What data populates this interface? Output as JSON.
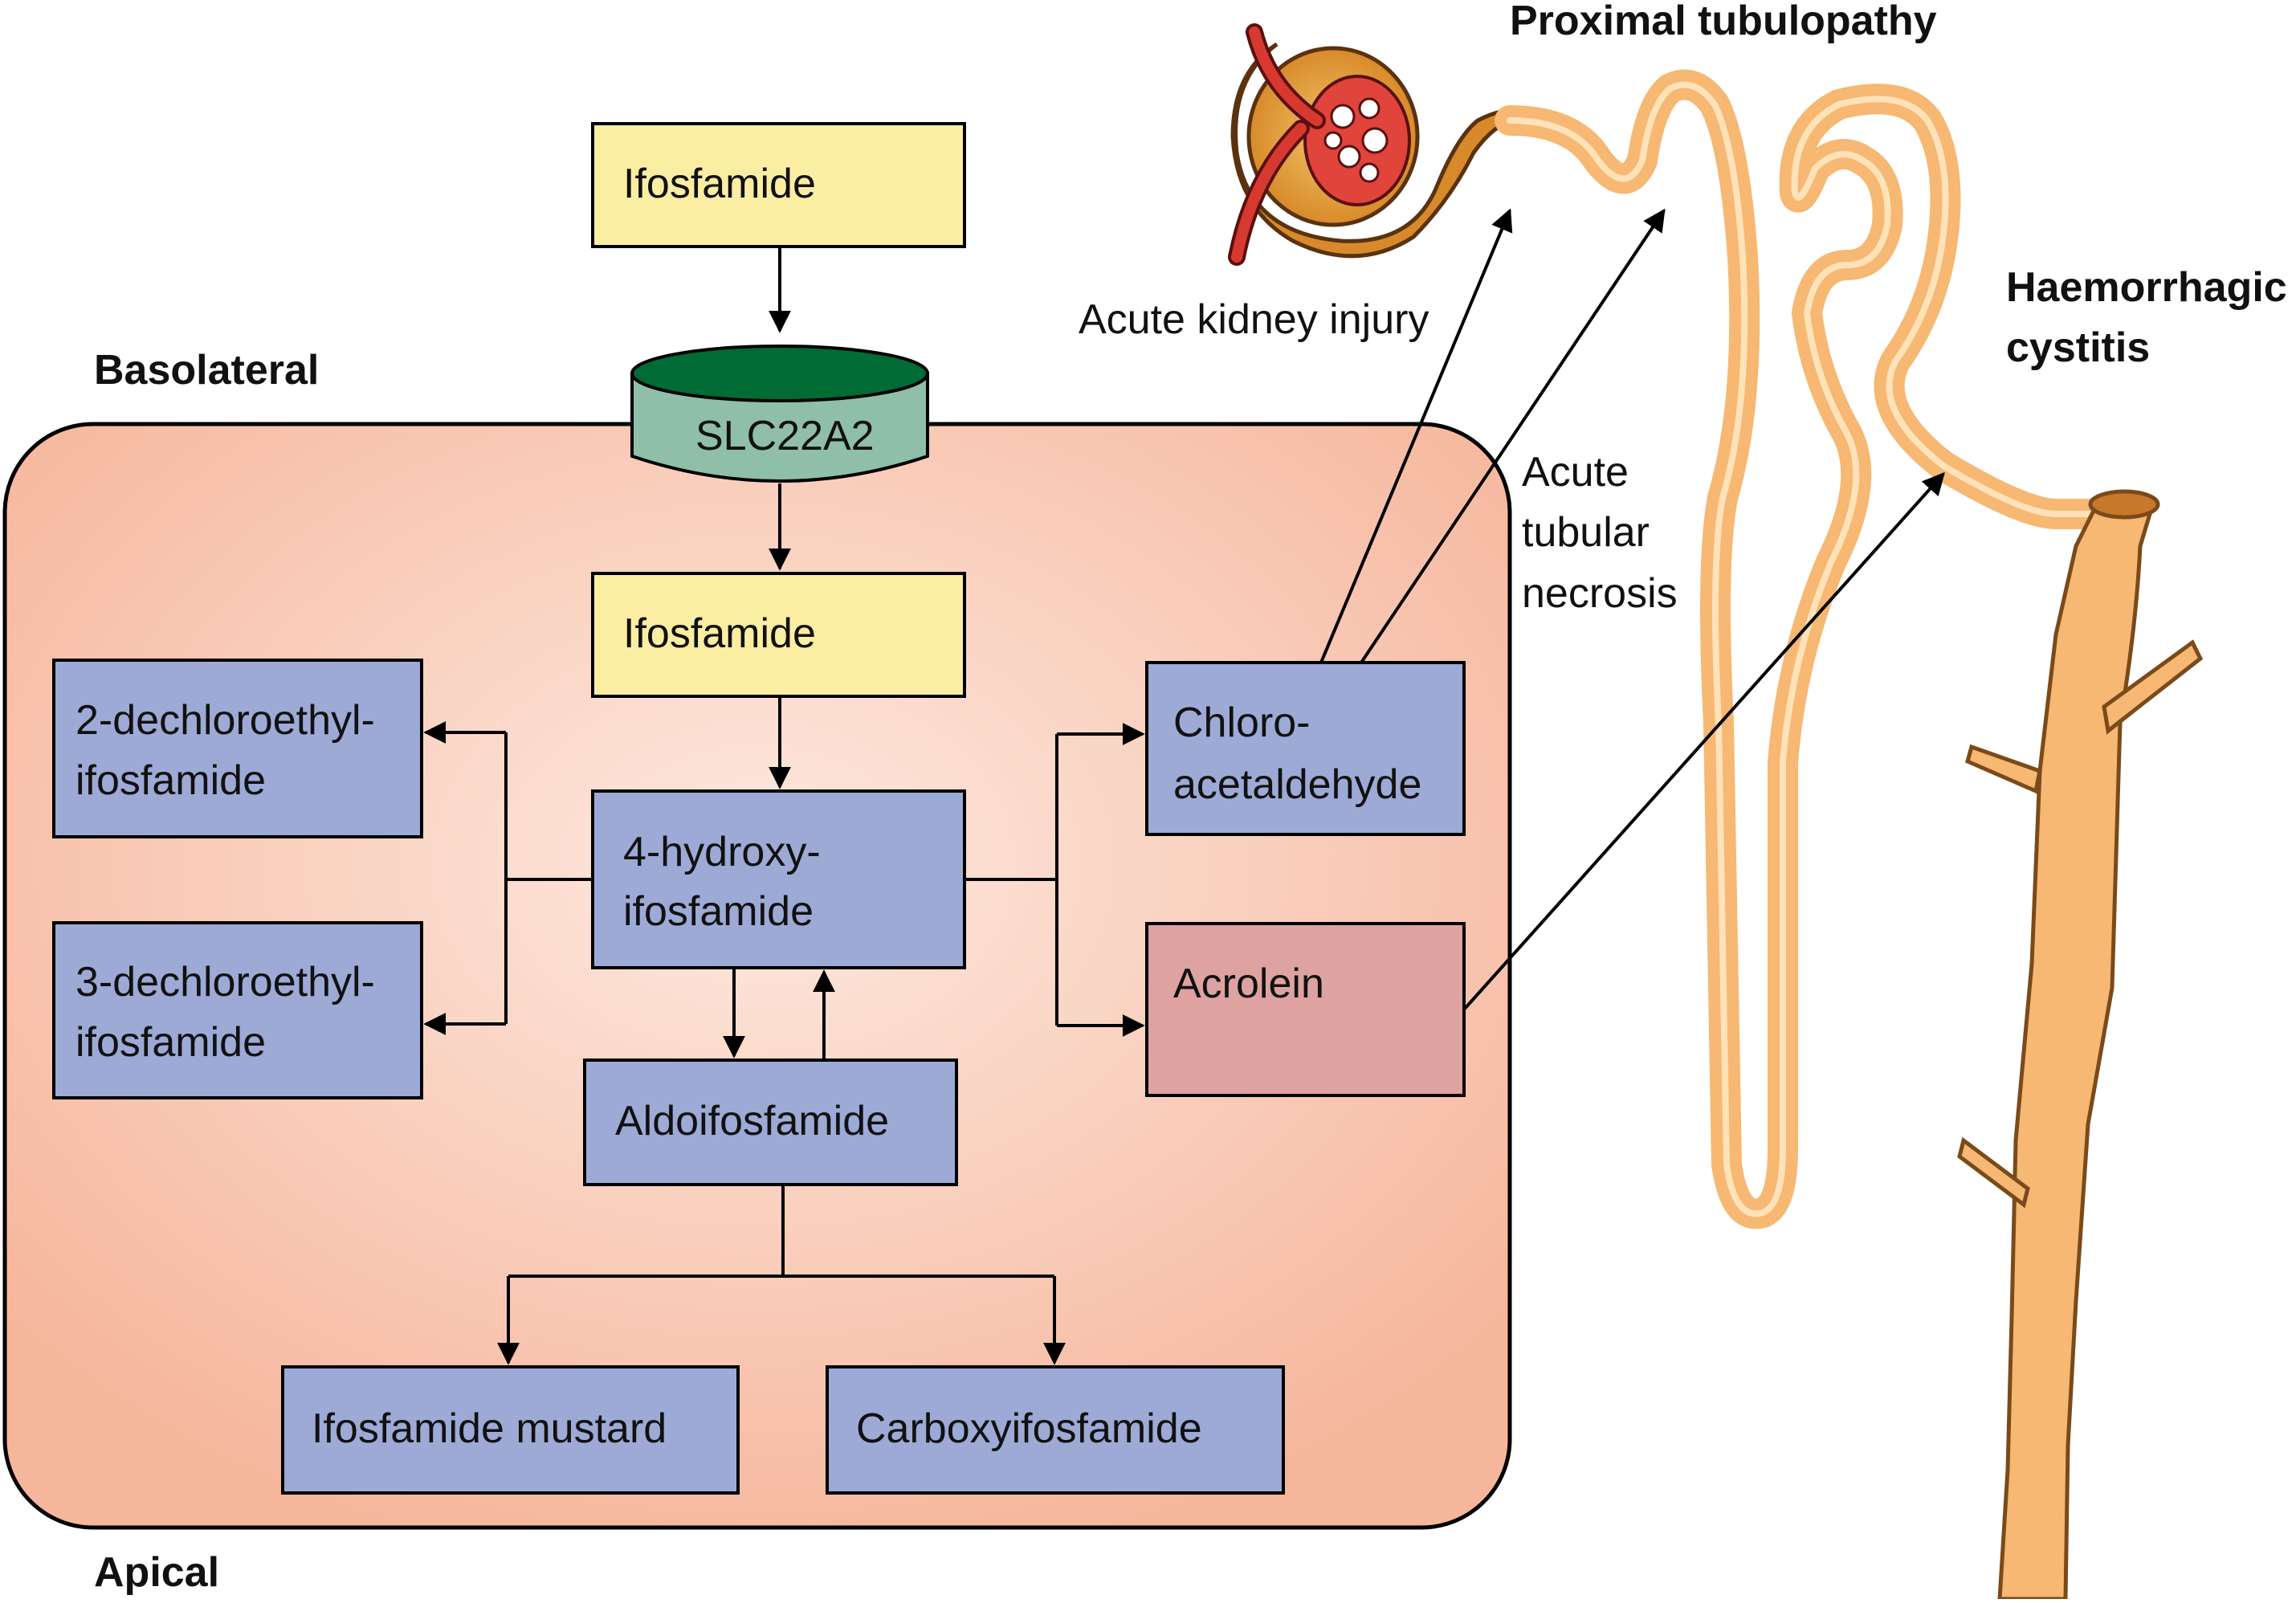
{
  "labels": {
    "basolateral": "Basolateral",
    "apical": "Apical",
    "proximal_tubulopathy": "Proximal tubulopathy",
    "acute_kidney_injury": "Acute kidney injury",
    "acute_tubular_necrosis": [
      "Acute",
      "tubular",
      "necrosis"
    ],
    "haemorrhagic_cystitis": [
      "Haemorrhagic",
      "cystitis"
    ]
  },
  "boxes": {
    "ifosfamide_top": "Ifosfamide",
    "slc22a2": "SLC22A2",
    "ifosfamide_cell": "Ifosfamide",
    "hydroxy": [
      "4-hydroxy-",
      "ifosfamide"
    ],
    "dechloro2": [
      "2-dechloroethyl-",
      "ifosfamide"
    ],
    "dechloro3": [
      "3-dechloroethyl-",
      "ifosfamide"
    ],
    "chloro": [
      "Chloro-",
      "acetaldehyde"
    ],
    "acrolein": "Acrolein",
    "aldo": "Aldoifosfamide",
    "mustard": "Ifosfamide mustard",
    "carboxy": "Carboxyifosfamide"
  },
  "colors": {
    "yellow_box": "#fbeea2",
    "blue_box": "#9daad6",
    "pink_box": "#dea3a1",
    "transporter_top": "#006b35",
    "transporter_body": "#8fbfa8",
    "cell_fill": "#f6b69c",
    "cell_center": "#fde9df",
    "tubule": "#f6b872"
  }
}
